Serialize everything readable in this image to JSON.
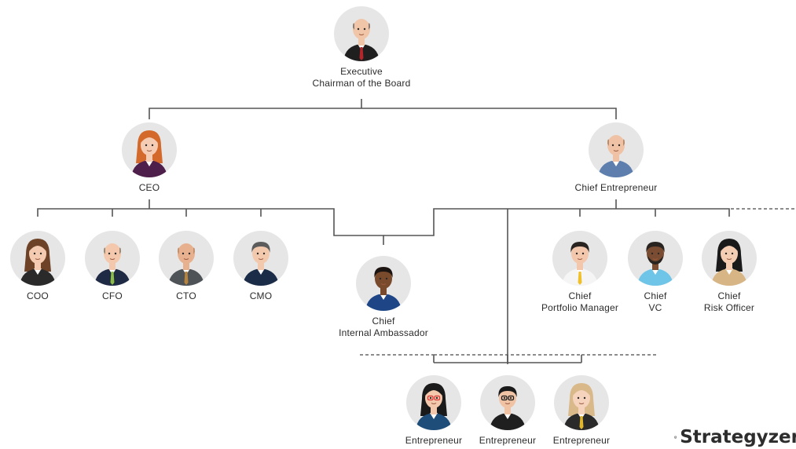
{
  "nodes": [
    {
      "id": "chairman",
      "label": "Executive\nChairman of the Board",
      "icon": "chairman-avatar-icon",
      "hair": "#8a7a70",
      "shirt": "#1f1f1f",
      "tie": "#b3262b",
      "skin": "#f1c5a7",
      "bald": true
    },
    {
      "id": "ceo",
      "label": "CEO",
      "icon": "ceo-avatar-icon",
      "hair": "#d4692c",
      "shirt": "#4e1f4a",
      "tie": "",
      "skin": "#f5cdb4",
      "long": true
    },
    {
      "id": "chief-entrepreneur",
      "label": "Chief Entrepreneur",
      "icon": "chief-entrepreneur-avatar-icon",
      "hair": "#b88a6a",
      "shirt": "#5e7fae",
      "tie": "",
      "skin": "#f0c2a5",
      "bald": true
    },
    {
      "id": "coo",
      "label": "COO",
      "icon": "coo-avatar-icon",
      "hair": "#6d4227",
      "shirt": "#2a2a2a",
      "tie": "",
      "skin": "#f4cbb0",
      "long": true
    },
    {
      "id": "cfo",
      "label": "CFO",
      "icon": "cfo-avatar-icon",
      "hair": "#9b8776",
      "shirt": "#1f2a44",
      "tie": "#8bbd47",
      "skin": "#f3c8ac",
      "bald": true
    },
    {
      "id": "cto",
      "label": "CTO",
      "icon": "cto-avatar-icon",
      "hair": "#c0906e",
      "shirt": "#4e5358",
      "tie": "#b8843c",
      "skin": "#e7b190",
      "bald": true
    },
    {
      "id": "cmo",
      "label": "CMO",
      "icon": "cmo-avatar-icon",
      "hair": "#5c5c5c",
      "shirt": "#1b2c48",
      "tie": "",
      "skin": "#f3c9ae"
    },
    {
      "id": "chief-internal-ambassador",
      "label": "Chief\nInternal Ambassador",
      "icon": "chief-internal-ambassador-avatar-icon",
      "hair": "#1c1410",
      "shirt": "#1e4687",
      "tie": "",
      "skin": "#7a4a2c"
    },
    {
      "id": "chief-portfolio-manager",
      "label": "Chief\nPortfolio Manager",
      "icon": "chief-portfolio-manager-avatar-icon",
      "hair": "#2a2420",
      "shirt": "#f5f5f5",
      "tie": "#f0c02a",
      "skin": "#f2c7ab"
    },
    {
      "id": "chief-vc",
      "label": "Chief\nVC",
      "icon": "chief-vc-avatar-icon",
      "hair": "#2a2420",
      "shirt": "#6fc5e8",
      "tie": "",
      "skin": "#7a4c31",
      "beard": true
    },
    {
      "id": "chief-risk-officer",
      "label": "Chief\nRisk Officer",
      "icon": "chief-risk-officer-avatar-icon",
      "hair": "#1a1a1a",
      "shirt": "#d7b585",
      "tie": "",
      "skin": "#f4cdb3",
      "long": true
    },
    {
      "id": "entrepreneur-1",
      "label": "Entrepreneur",
      "icon": "entrepreneur-1-avatar-icon",
      "hair": "#1a1a1a",
      "shirt": "#1e4d7a",
      "tie": "",
      "skin": "#f3c8ac",
      "glasses": "#d93a3a",
      "long": true
    },
    {
      "id": "entrepreneur-2",
      "label": "Entrepreneur",
      "icon": "entrepreneur-2-avatar-icon",
      "hair": "#1a1a1a",
      "shirt": "#1f1f1f",
      "tie": "",
      "skin": "#f0c3a5",
      "glasses": "#1a1a1a"
    },
    {
      "id": "entrepreneur-3",
      "label": "Entrepreneur",
      "icon": "entrepreneur-3-avatar-icon",
      "hair": "#d9b98a",
      "shirt": "#2a2a2a",
      "tie": "#e0b62e",
      "skin": "#f5d3bd",
      "long": true
    }
  ],
  "logo": {
    "text": "Strategyzer",
    "icon": "strategyzer-logo-icon"
  },
  "colors": {
    "line": "#555555",
    "dashed": "#666666",
    "avatar_bg": "#e6e6e6"
  }
}
